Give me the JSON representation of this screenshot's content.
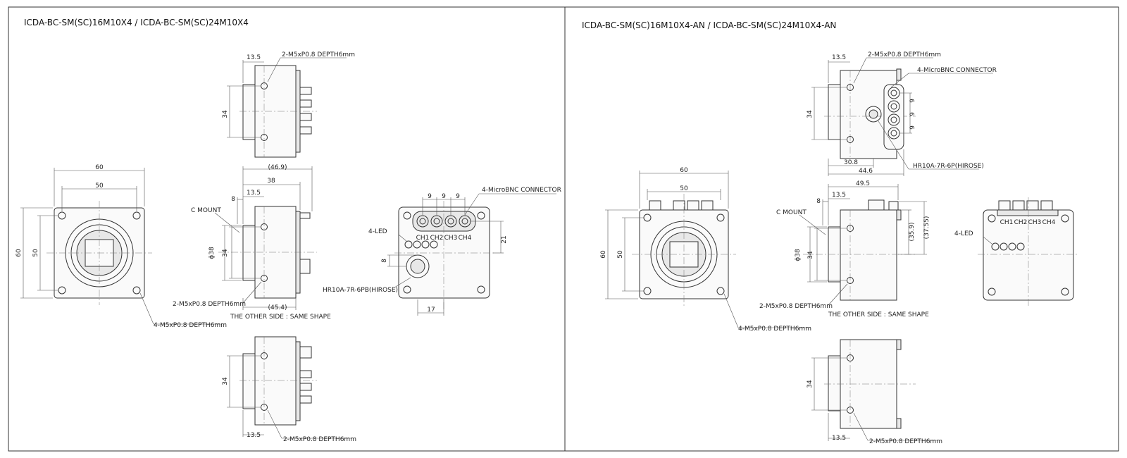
{
  "panels": [
    {
      "title": "ICDA-BC-SM(SC)16M10X4 / ICDA-BC-SM(SC)24M10X4"
    },
    {
      "title": "ICDA-BC-SM(SC)16M10X4-AN / ICDA-BC-SM(SC)24M10X4-AN"
    }
  ],
  "labels": {
    "d13_5": "13.5",
    "d34": "34",
    "d60": "60",
    "d50": "50",
    "d46_9": "(46.9)",
    "d38": "38",
    "d8": "8",
    "dia38": "ϕ38",
    "d45_4": "(45.4)",
    "d9": "9",
    "d21": "21",
    "d17": "17",
    "d30_8": "30.8",
    "d44_6": "44.6",
    "d49_5": "49.5",
    "d35_9": "(35.9)",
    "d37_55": "(37.55)",
    "m5_2": "2-M5xP0.8 DEPTH6mm",
    "m5_4": "4-M5xP0.8 DEPTH6mm",
    "c_mount": "C MOUNT",
    "other_side": "THE OTHER SIDE : SAME SHAPE",
    "led": "4-LED",
    "bnc": "4-MicroBNC CONNECTOR",
    "hr10a_pb": "HR10A-7R-6PB(HIROSE)",
    "hr10a_p": "HR10A-7R-6P(HIROSE)",
    "ch1": "CH1",
    "ch2": "CH2",
    "ch3": "CH3",
    "ch4": "CH4"
  }
}
